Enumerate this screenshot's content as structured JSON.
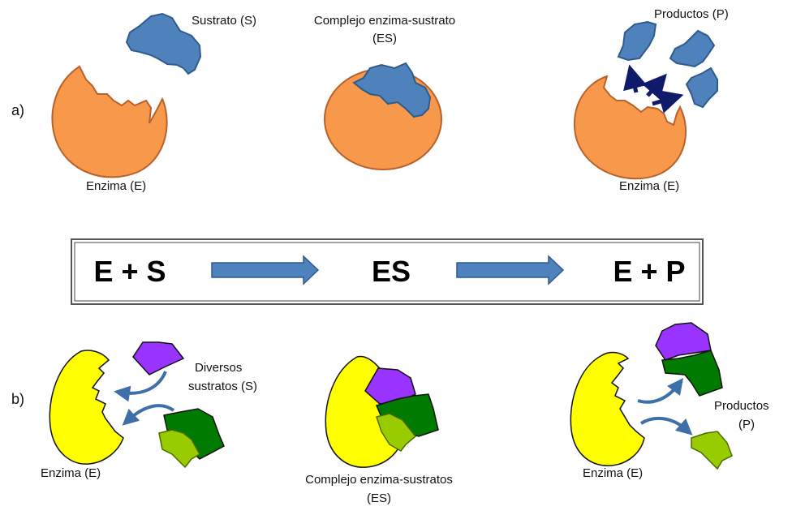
{
  "colors": {
    "enzyme_orange": "#f7984a",
    "enzyme_orange_stroke": "#b8612a",
    "substrate_blue": "#4f81bd",
    "substrate_blue_stroke": "#2e5c8a",
    "product_arrow": "#0f1a6b",
    "equation_arrow": "#4f81bd",
    "enzyme_yellow": "#ffff00",
    "substrate_purple": "#9933ff",
    "substrate_green": "#007a00",
    "substrate_lightgreen": "#99cc00",
    "curve_arrow": "#3d6fa8"
  },
  "part_a": {
    "marker": "a)",
    "substrate_label": "Sustrato (S)",
    "enzyme_label": "Enzima (E)",
    "complex_label_line1": "Complejo enzima-sustrato",
    "complex_label_line2": "(ES)",
    "products_label": "Productos (P)",
    "enzyme_label_right": "Enzima (E)"
  },
  "equation": {
    "left": "E + S",
    "middle": "ES",
    "right": "E + P"
  },
  "part_b": {
    "marker": "b)",
    "substrates_label_line1": "Diversos",
    "substrates_label_line2": "sustratos (S)",
    "enzyme_label": "Enzima (E)",
    "complex_label_line1": "Complejo enzima-sustratos",
    "complex_label_line2": "(ES)",
    "products_label_line1": "Productos",
    "products_label_line2": "(P)",
    "enzyme_label_right": "Enzima (E)"
  }
}
